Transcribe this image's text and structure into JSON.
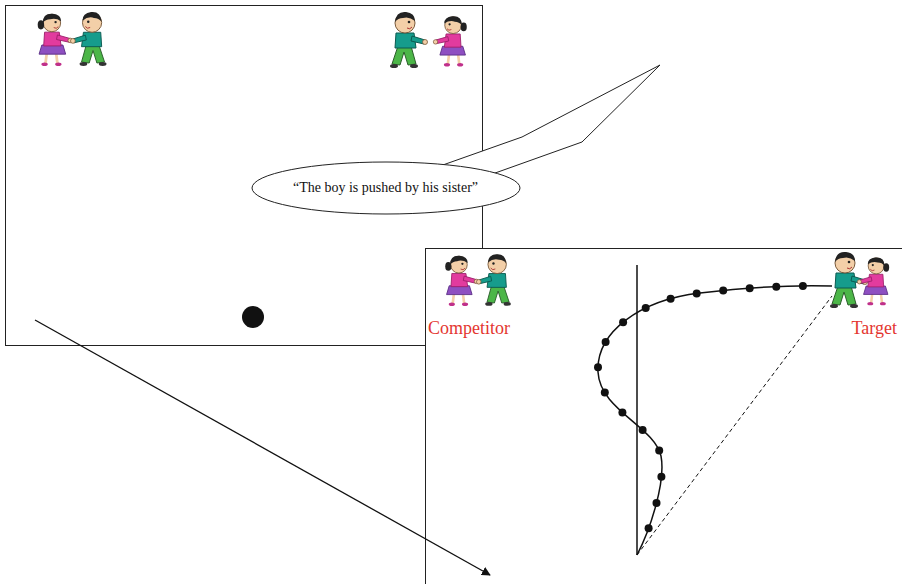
{
  "diagram": {
    "nodes": [
      {
        "text": [
          "“The boy is pushed by his sister”"
        ]
      }
    ],
    "labels": [
      "Competitor",
      "Target"
    ]
  }
}
